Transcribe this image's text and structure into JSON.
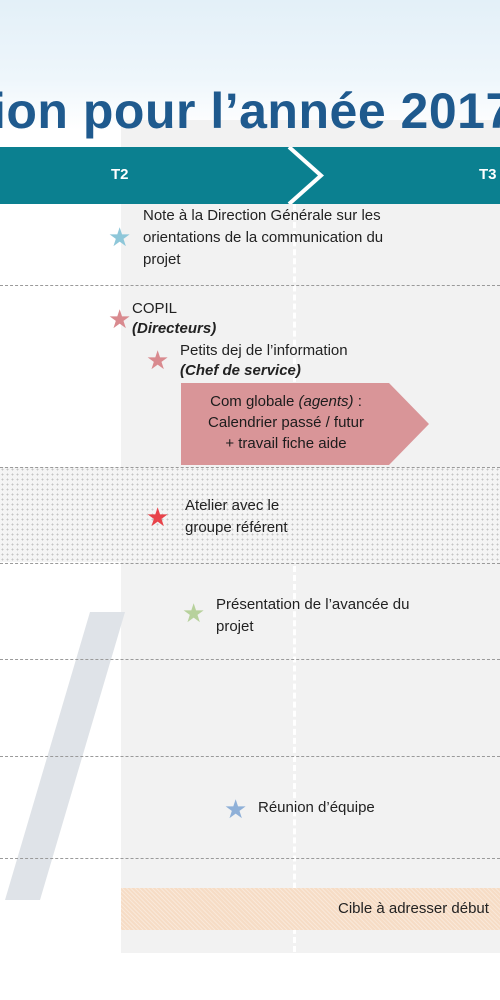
{
  "title": "ion pour l’année 2017",
  "timeline": {
    "q2_label": "T2",
    "q3_label": "T3",
    "bar_color": "#0b8090"
  },
  "events": {
    "note_dg": {
      "text": "Note à la Direction Générale sur les orientations de la communication du projet",
      "star_color": "#8ec7d9"
    },
    "copil": {
      "title": "COPIL",
      "sub": "(Directeurs)",
      "star_color": "#d98a8f"
    },
    "petits_dej": {
      "title": "Petits dej de l’information",
      "sub": "(Chef de service)",
      "star_color": "#d98a8f"
    },
    "atelier": {
      "line1": "Atelier avec le",
      "line2": "groupe référent",
      "star_color": "#e8434a"
    },
    "presentation": {
      "line1": "Présentation de l’avancée du",
      "line2": "projet",
      "star_color": "#b7d19c"
    },
    "reunion": {
      "text": "Réunion d’équipe",
      "star_color": "#8fb0d8"
    }
  },
  "com_globale": {
    "line1_prefix": "Com globale ",
    "line1_italic": "(agents)",
    "line1_suffix": " :",
    "line2": "Calendrier passé / futur",
    "line3": "+ travail fiche aide",
    "color": "#d99598"
  },
  "cible": {
    "text": "Cible à adresser début",
    "color": "#f6dcc5"
  },
  "icons": {
    "star": "★"
  }
}
